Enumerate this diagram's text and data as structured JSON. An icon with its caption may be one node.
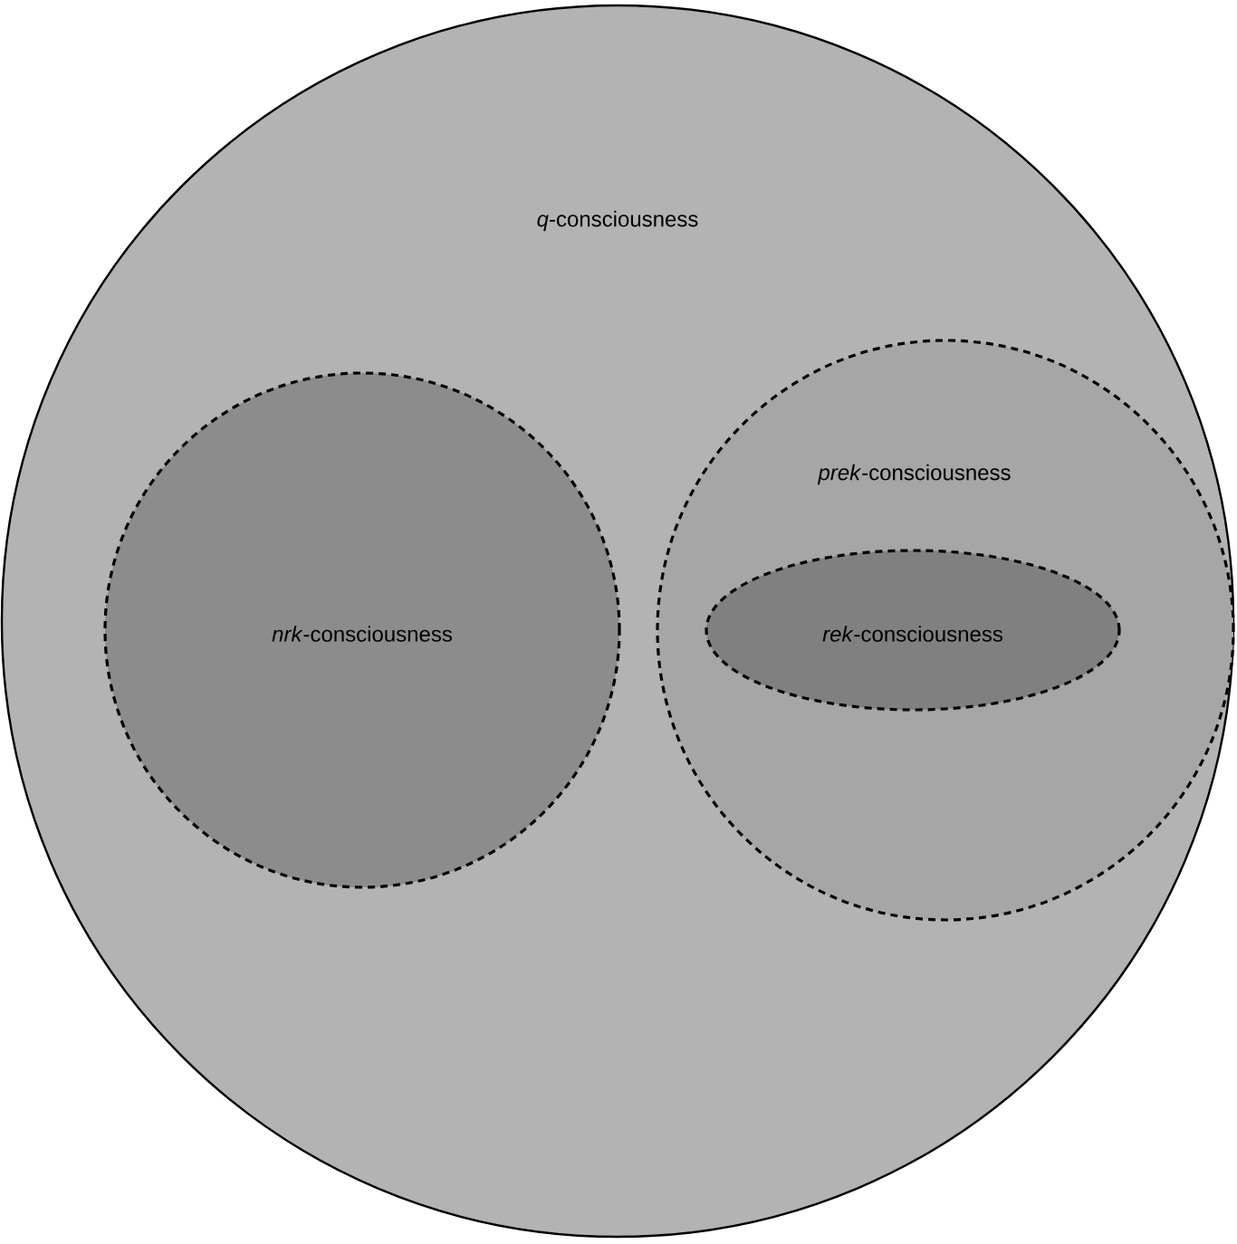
{
  "diagram": {
    "nodes": [
      {
        "text": [
          "*q*-consciousness"
        ]
      },
      {
        "text": [
          "*nrk*-consciousness"
        ],
        "in": 0
      },
      {
        "text": [
          "*prek*-consciousness"
        ],
        "in": 0
      },
      {
        "text": [
          "*rek*-consciousness"
        ],
        "in": 2
      }
    ]
  }
}
